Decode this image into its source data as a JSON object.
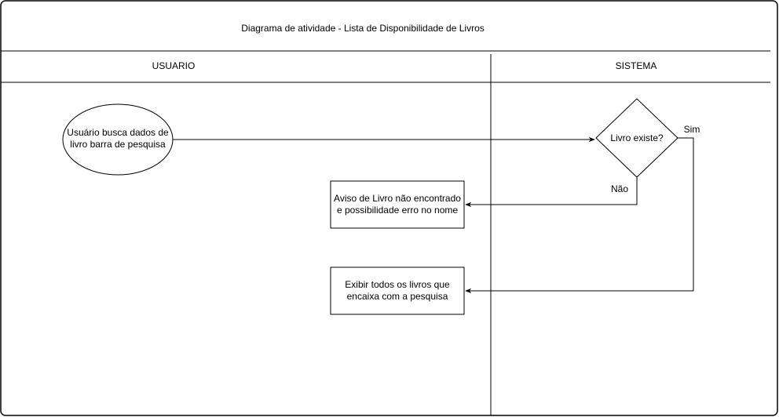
{
  "diagram": {
    "title": "Diagrama de atividade - Lista de Disponibilidade de Livros",
    "lanes": {
      "user": "USUARIO",
      "system": "SISTEMA"
    },
    "nodes": {
      "start": {
        "line1": "Usuário busca dados de",
        "line2": "livro barra de pesquisa"
      },
      "decision": {
        "label": "Livro existe?"
      },
      "not_found": {
        "line1": "Aviso de Livro não encontrado",
        "line2": "e possibilidade erro no nome"
      },
      "show_all": {
        "line1": "Exibir todos os livros que",
        "line2": "encaixa com a pesquisa"
      }
    },
    "edges": {
      "yes": "Sim",
      "no": "Não"
    }
  }
}
